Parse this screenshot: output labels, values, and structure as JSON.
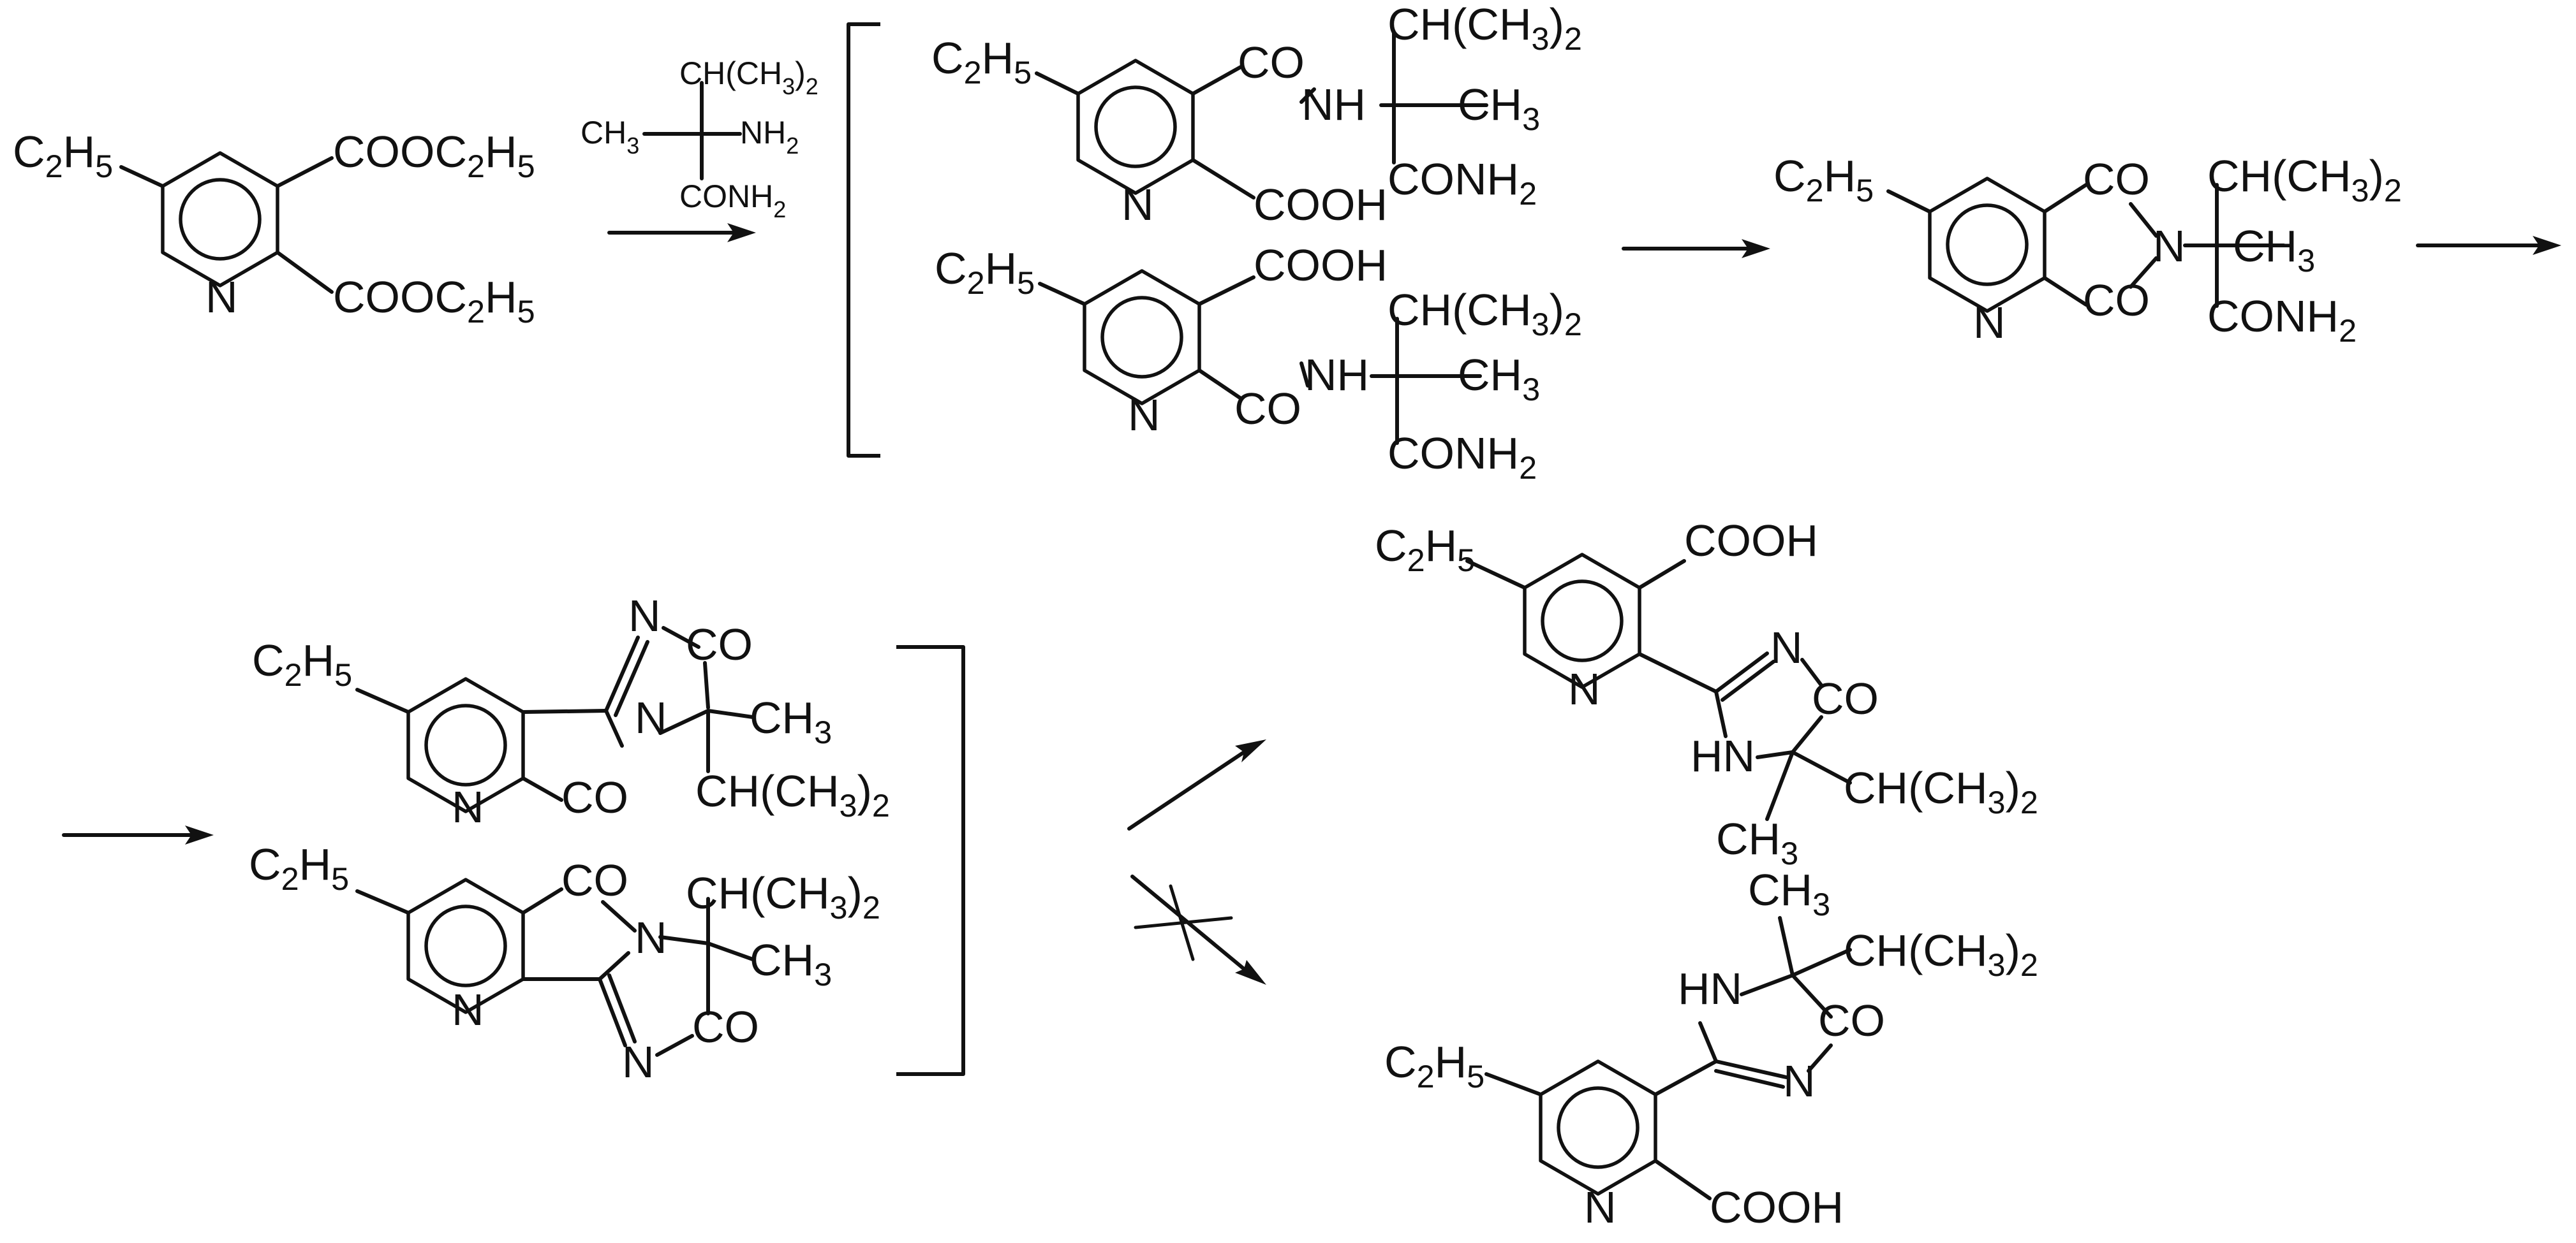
{
  "reactant": {
    "ethyl": "C2H5",
    "nitrogen": "N",
    "ester1": "COOC2H5",
    "ester2": "COOC2H5"
  },
  "reagent": {
    "isopropyl": "CH(CH3)2",
    "methyl": "CH3",
    "amine": "NH2",
    "amide": "CONH2"
  },
  "intermediate1": {
    "ethyl": "C2H5",
    "nitrogen": "N",
    "carbonyl": "CO",
    "nh": "NH",
    "methyl": "CH3",
    "isopropyl": "CH(CH3)2",
    "amide": "CONH2",
    "acid": "COOH"
  },
  "intermediate2": {
    "ethyl": "C2H5",
    "nitrogen": "N",
    "acid": "COOH",
    "carbonyl": "CO",
    "nh": "NH",
    "isopropyl": "CH(CH3)2",
    "methyl": "CH3",
    "amide": "CONH2"
  },
  "imide": {
    "ethyl": "C2H5",
    "nitrogen": "N",
    "co_top": "CO",
    "co_bottom": "CO",
    "imide_n": "N",
    "isopropyl": "CH(CH3)2",
    "methyl": "CH3",
    "amide": "CONH2"
  },
  "tricyclic1": {
    "ethyl": "C2H5",
    "nitrogen": "N",
    "imine_n": "N",
    "co_ring": "CO",
    "ring_n": "N",
    "methyl": "CH3",
    "co_lactam": "CO",
    "isopropyl": "CH(CH3)2"
  },
  "tricyclic2": {
    "ethyl": "C2H5",
    "nitrogen": "N",
    "co_lactam": "CO",
    "ring_n": "N",
    "isopropyl": "CH(CH3)2",
    "methyl": "CH3",
    "co_ring": "CO",
    "imine_n": "N"
  },
  "product1": {
    "ethyl": "C2H5",
    "nitrogen": "N",
    "acid": "COOH",
    "ring_n": "N",
    "carbonyl": "CO",
    "hn": "HN",
    "isopropyl": "CH(CH3)2",
    "methyl": "CH3"
  },
  "product2": {
    "methyl": "CH3",
    "isopropyl": "CH(CH3)2",
    "hn": "HN",
    "carbonyl": "CO",
    "ring_n": "N",
    "ethyl": "C2H5",
    "nitrogen": "N",
    "acid": "COOH"
  },
  "arrows": {
    "blocked_marker": "×"
  }
}
